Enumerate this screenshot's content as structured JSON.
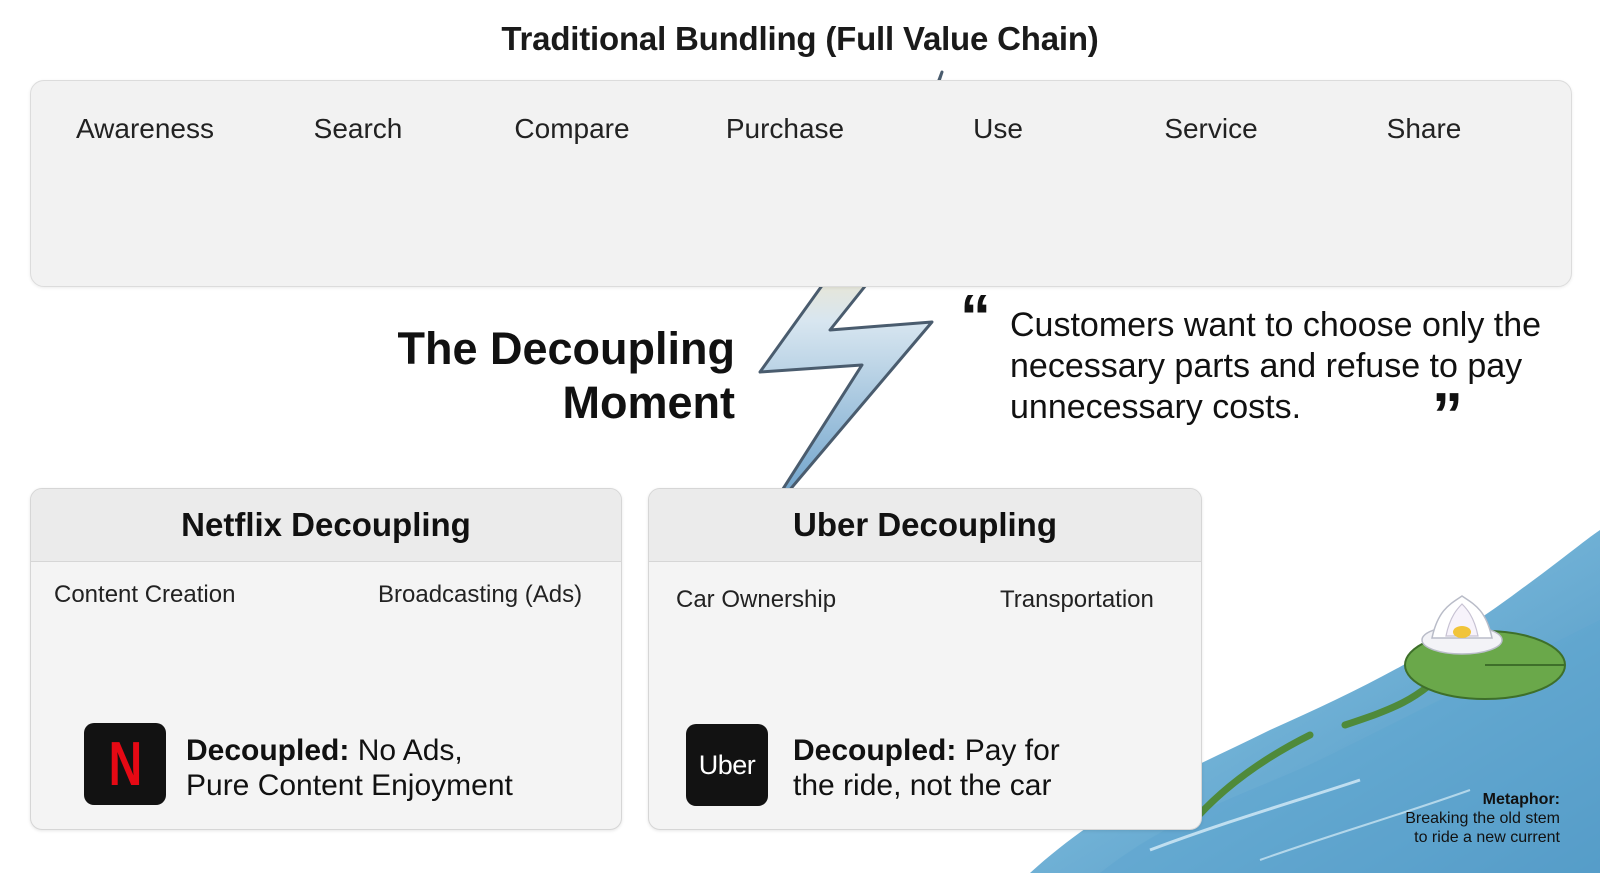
{
  "title": "Traditional Bundling (Full Value Chain)",
  "steps": [
    "Awareness",
    "Search",
    "Compare",
    "Purchase",
    "Use",
    "Service",
    "Share"
  ],
  "decoupling": {
    "line1": "The Decoupling",
    "line2": "Moment"
  },
  "quote": {
    "open_mark": "“",
    "text": "Customers want to choose only the necessary parts and refuse to pay unnecessary costs.",
    "close_mark": "”"
  },
  "netflix": {
    "title": "Netflix Decoupling",
    "left": "Content Creation",
    "right": "Broadcasting (Ads)",
    "logo": "N",
    "decoupled_label": "Decoupled:",
    "decoupled_text": "No Ads,",
    "decoupled_text2": "Pure Content Enjoyment"
  },
  "uber": {
    "title": "Uber Decoupling",
    "left": "Car Ownership",
    "right": "Transportation",
    "logo": "Uber",
    "decoupled_label": "Decoupled:",
    "decoupled_text": "Pay for",
    "decoupled_text2": "the ride, not the car"
  },
  "metaphor": {
    "label": "Metaphor:",
    "line1": "Breaking the old stem",
    "line2": "to ride a new current"
  },
  "colors": {
    "chain_light": "#e4e8ee",
    "chain_dark": "#5c6570",
    "lightning_top": "#f4c77a",
    "lightning_bottom": "#6aa3cc",
    "water": "#7fb6d6",
    "netflix_red": "#e50914"
  }
}
